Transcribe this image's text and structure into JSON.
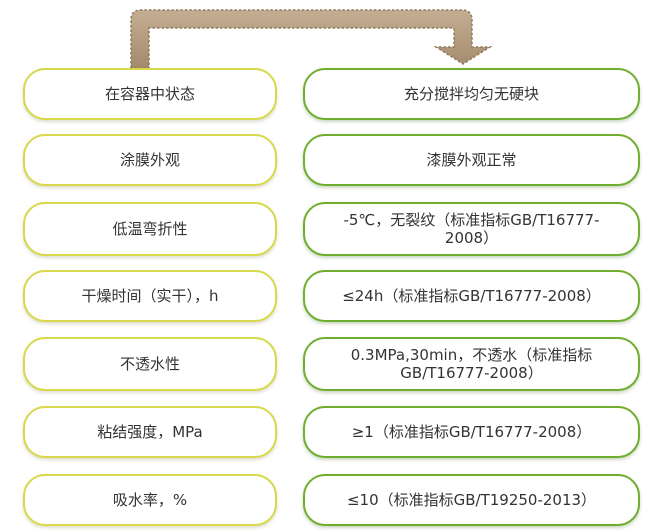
{
  "colors": {
    "left_border": "#d6d94a",
    "right_border": "#6fae2e",
    "arrow_fill": "#b59e80",
    "text": "#333333"
  },
  "rows": [
    {
      "property": "在容器中状态",
      "value": "充分搅拌均匀无硬块"
    },
    {
      "property": "涂膜外观",
      "value": "漆膜外观正常"
    },
    {
      "property": "低温弯折性",
      "value": "-5℃，无裂纹（标准指标GB/T16777-2008）"
    },
    {
      "property": "干燥时间（实干），h",
      "value": "≤24h（标准指标GB/T16777-2008）"
    },
    {
      "property": "不透水性",
      "value": "0.3MPa,30min，不透水（标准指标GB/T16777-2008）"
    },
    {
      "property": "粘结强度，MPa",
      "value": "≥1（标准指标GB/T16777-2008）"
    },
    {
      "property": "吸水率，%",
      "value": "≤10（标准指标GB/T19250-2013）"
    }
  ]
}
